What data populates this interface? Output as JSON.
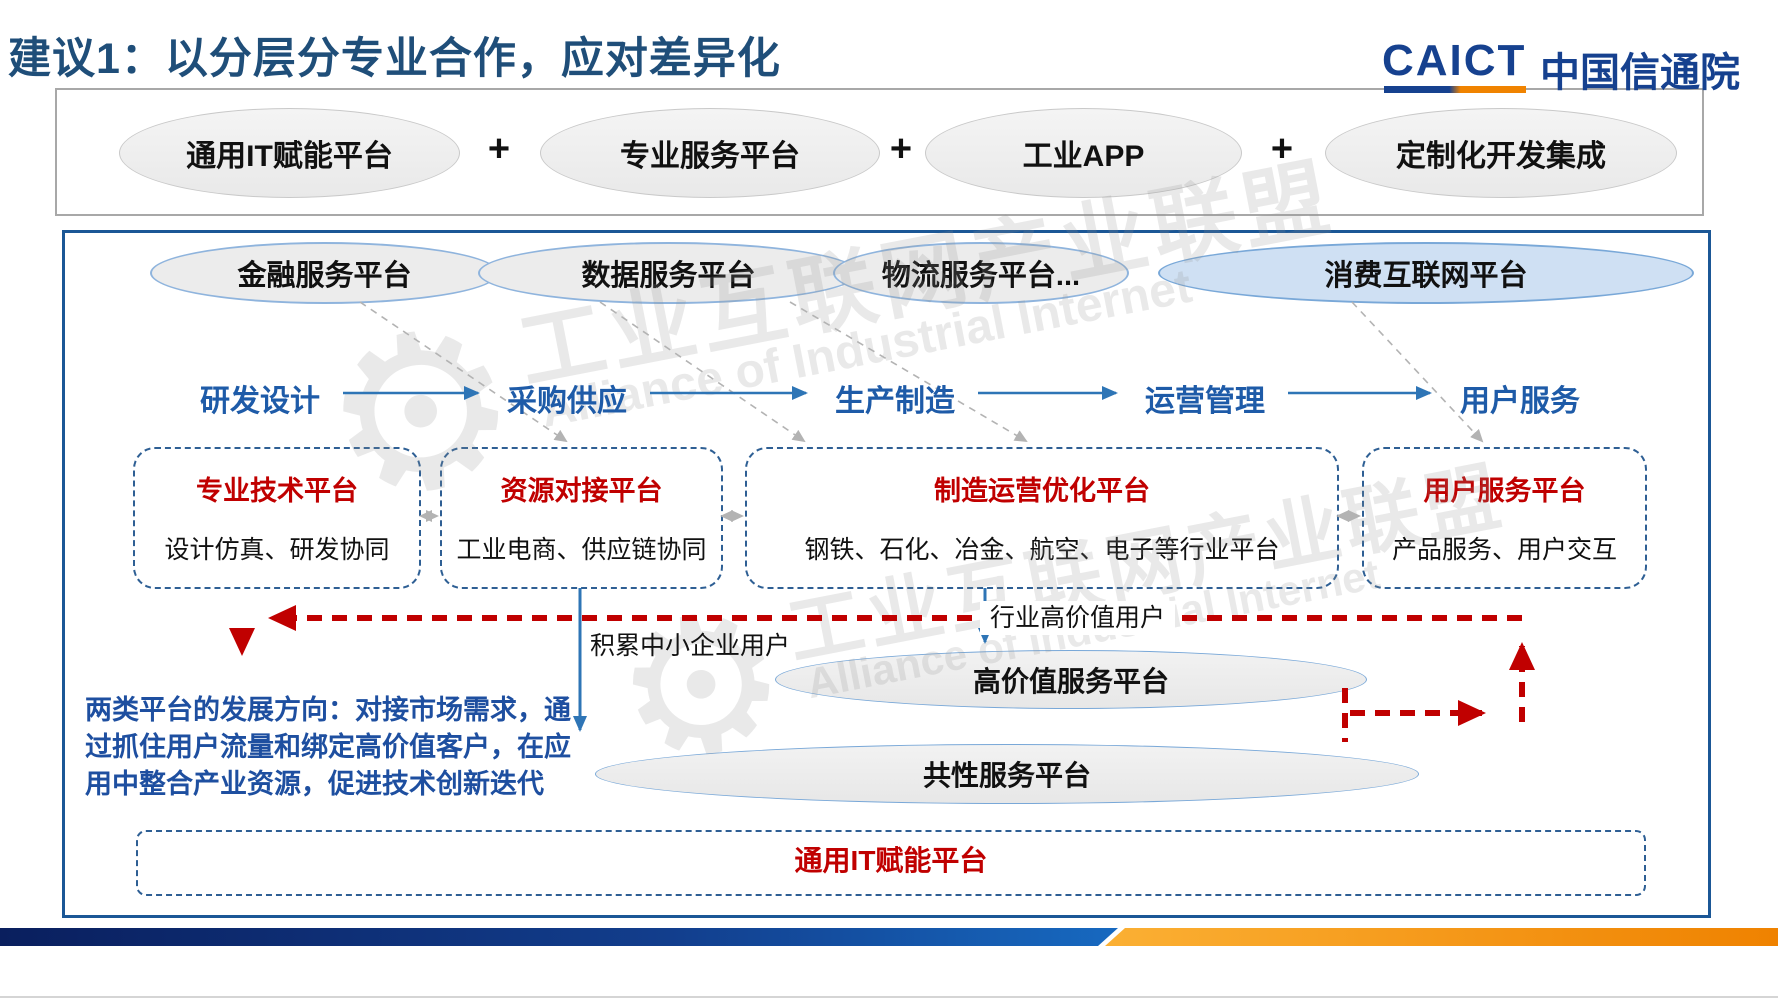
{
  "slide": {
    "title": "建议1：以分层分专业合作，应对差异化",
    "logo": {
      "abbr": "CAICT",
      "name": "中国信通院"
    }
  },
  "formula": {
    "plus": "+",
    "items": [
      "通用IT赋能平台",
      "专业服务平台",
      "工业APP",
      "定制化开发集成"
    ]
  },
  "service_ellipses": [
    {
      "label": "金融服务平台"
    },
    {
      "label": "数据服务平台"
    },
    {
      "label": "物流服务平台..."
    },
    {
      "label": "消费互联网平台"
    }
  ],
  "value_chain": [
    "研发设计",
    "采购供应",
    "生产制造",
    "运营管理",
    "用户服务"
  ],
  "platform_boxes": [
    {
      "title": "专业技术平台",
      "sub": "设计仿真、研发协同"
    },
    {
      "title": "资源对接平台",
      "sub": "工业电商、供应链协同"
    },
    {
      "title": "制造运营优化平台",
      "sub": "钢铁、石化、冶金、航空、电子等行业平台"
    },
    {
      "title": "用户服务平台",
      "sub": "产品服务、用户交互"
    }
  ],
  "annotations": {
    "industry_high_value_users": "行业高价值用户",
    "accumulate_sme_users": "积累中小企业用户",
    "development_direction": "两类平台的发展方向：对接市场需求，通过抓住用户流量和绑定高价值客户，在应用中整合产业资源，促进技术创新迭代"
  },
  "bottom_ellipses": {
    "high_value": "高价值服务平台",
    "common": "共性服务平台"
  },
  "general_platform": "通用IT赋能平台",
  "watermark": {
    "cn": "工业互联网产业联盟",
    "en": "Alliance of Industrial Internet",
    "gear": "⚙"
  },
  "colors": {
    "title_blue": "#1f4e79",
    "primary_blue": "#1b5796",
    "flow_blue": "#1e5ba8",
    "accent_red": "#c00000",
    "note_blue": "#1e4fa0",
    "orange": "#f08300",
    "highlight_ellipse": "#cfe0f3"
  }
}
